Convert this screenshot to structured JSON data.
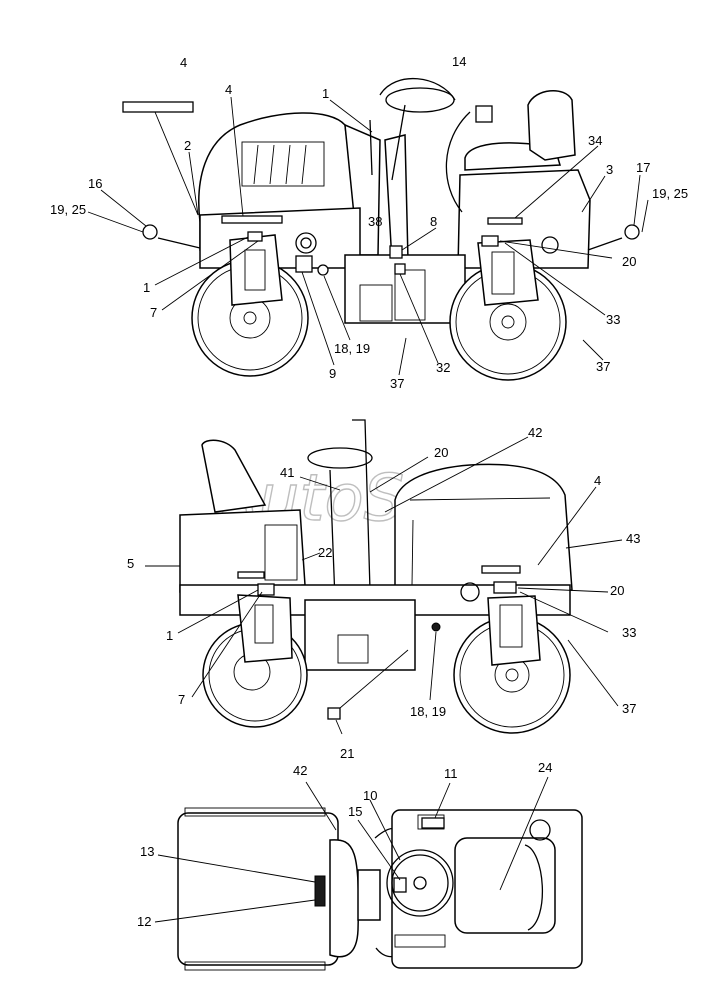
{
  "watermark": "AutoSoft",
  "views": {
    "side_left": {
      "callouts": [
        "4",
        "4",
        "1",
        "14",
        "2",
        "34",
        "3",
        "17",
        "16",
        "19, 25",
        "19, 25",
        "38",
        "8",
        "20",
        "1",
        "7",
        "33",
        "18, 19",
        "9",
        "37",
        "32",
        "37"
      ]
    },
    "side_right": {
      "callouts": [
        "20",
        "42",
        "41",
        "4",
        "5",
        "22",
        "43",
        "20",
        "1",
        "33",
        "7",
        "37",
        "18, 19",
        "21"
      ]
    },
    "top": {
      "callouts": [
        "42",
        "11",
        "24",
        "10",
        "15",
        "13",
        "12"
      ]
    }
  }
}
